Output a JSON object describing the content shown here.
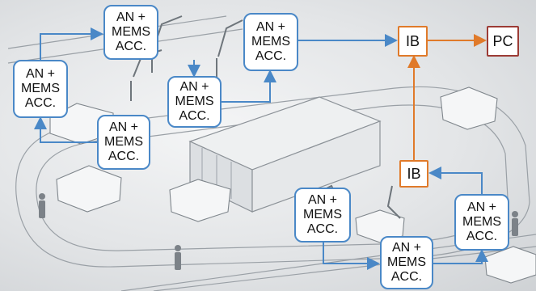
{
  "nodes": {
    "an1": [
      "AN +",
      "MEMS",
      "ACC."
    ],
    "an2": [
      "AN +",
      "MEMS",
      "ACC."
    ],
    "an3": [
      "AN +",
      "MEMS",
      "ACC."
    ],
    "an4": [
      "AN +",
      "MEMS",
      "ACC."
    ],
    "an5": [
      "AN +",
      "MEMS",
      "ACC."
    ],
    "an6": [
      "AN +",
      "MEMS",
      "ACC."
    ],
    "an7": [
      "AN +",
      "MEMS",
      "ACC."
    ],
    "an8": [
      "AN +",
      "MEMS",
      "ACC."
    ],
    "ib_top": "IB",
    "ib_bottom": "IB",
    "pc": "PC"
  },
  "colors": {
    "sensor_link": "#4a88c7",
    "gateway_link": "#e07a2a",
    "pc_border": "#9c3b35"
  }
}
